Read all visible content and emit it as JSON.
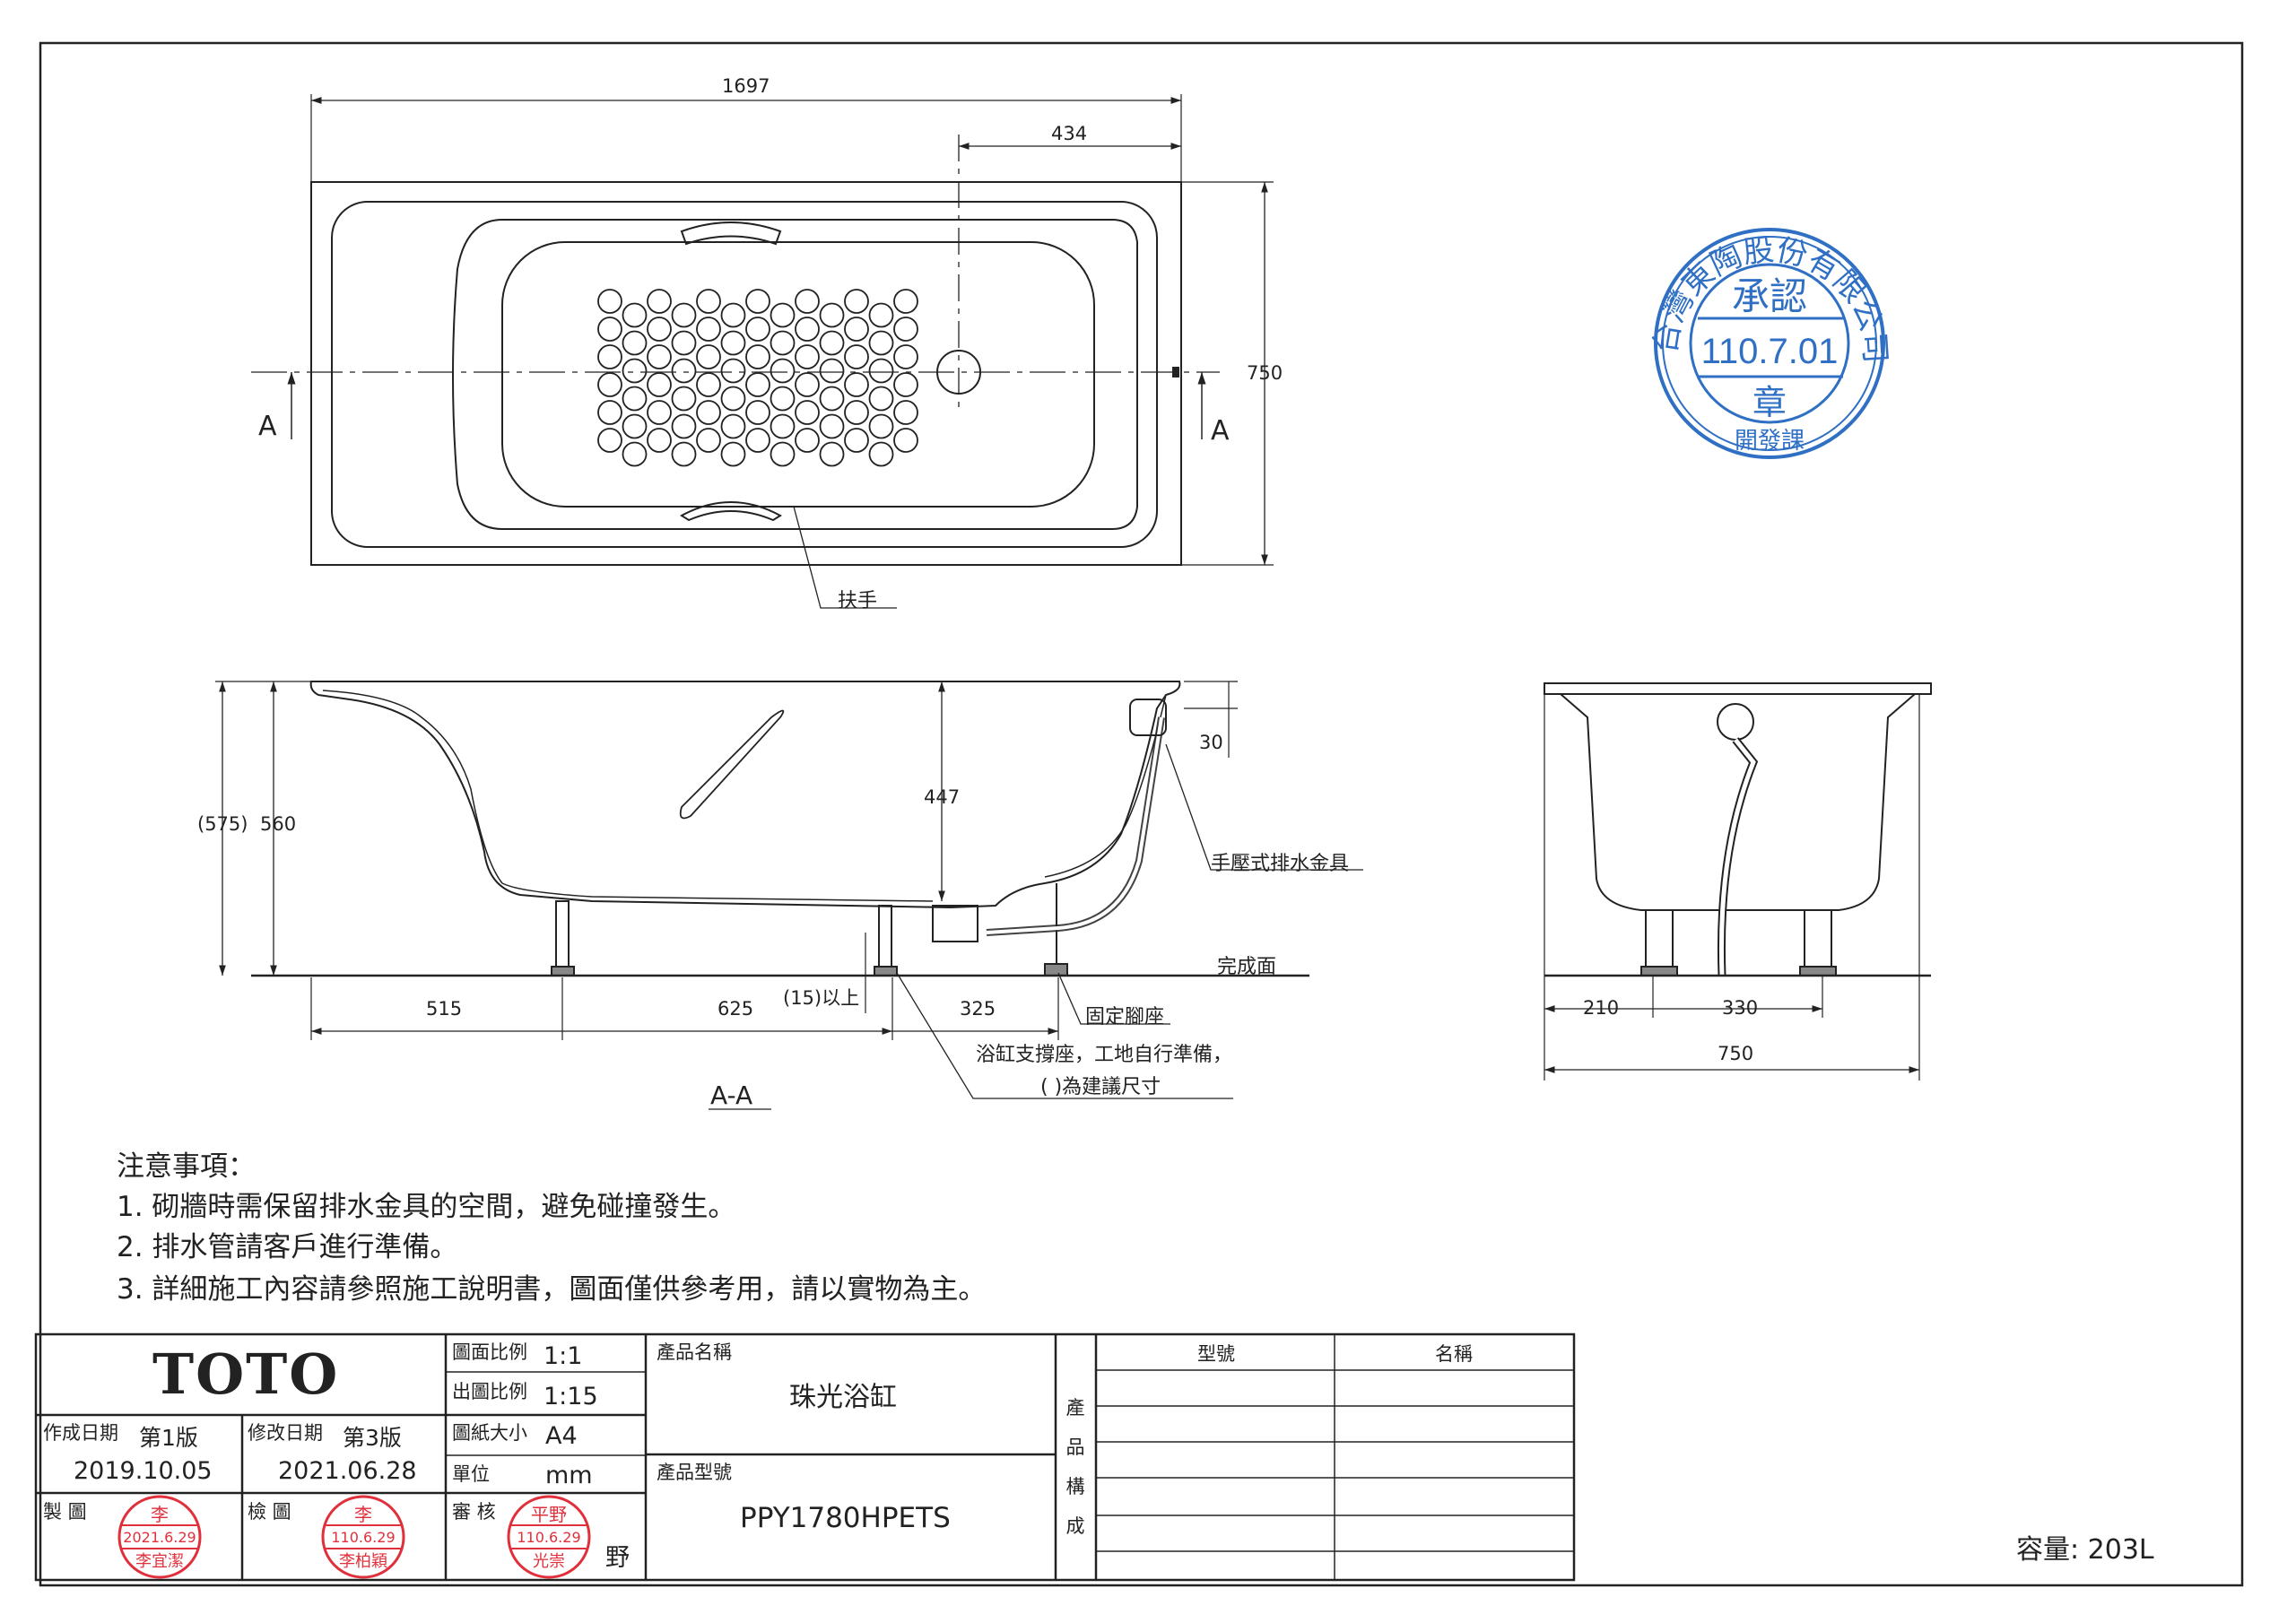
{
  "top_view": {
    "dim_length": "1697",
    "dim_drain_offset": "434",
    "dim_width": "750",
    "section_mark_left": "A",
    "section_mark_right": "A",
    "handle_label": "扶手"
  },
  "section_view": {
    "dim_overall_height": "(575)",
    "dim_height": "560",
    "dim_depth": "447",
    "dim_rim": "30",
    "dim_left": "515",
    "dim_middle": "625",
    "dim_right": "325",
    "dim_clearance": "(15)以上",
    "floor_label": "完成面",
    "drain_label": "手壓式排水金具",
    "foot_label": "固定腳座",
    "support_label_1": "浴缸支撐座，工地自行準備，",
    "support_label_2": "(   )為建議尺寸",
    "section_title": "A-A"
  },
  "end_view": {
    "dim_left": "210",
    "dim_middle": "330",
    "dim_width": "750"
  },
  "notes": {
    "title": "注意事項：",
    "items": [
      "1. 砌牆時需保留排水金具的空間，避免碰撞發生。",
      "2. 排水管請客戶進行準備。",
      "3. 詳細施工內容請參照施工說明書，圖面僅供參考用，請以實物為主。"
    ]
  },
  "approval_stamp": {
    "company": "台灣東陶股份有限公司",
    "title": "承認",
    "date": "110.7.01",
    "seal": "章",
    "dept": "開發課"
  },
  "title_block": {
    "brand": "TOTO",
    "drawing_scale_label": "圖面比例",
    "drawing_scale": "1:1",
    "print_scale_label": "出圖比例",
    "print_scale": "1:15",
    "paper_size_label": "圖紙大小",
    "paper_size": "A4",
    "unit_label": "單位",
    "unit": "mm",
    "created_label": "作成日期",
    "created_version": "第1版",
    "created_date": "2019.10.05",
    "revised_label": "修改日期",
    "revised_version": "第3版",
    "revised_date": "2021.06.28",
    "drafter_label": "製  圖",
    "checker_label": "檢  圖",
    "reviewer_label": "審  核",
    "reviewer_name_suffix": "野",
    "product_name_label": "產品名稱",
    "product_name": "珠光浴缸",
    "product_model_label": "產品型號",
    "product_model": "PPY1780HPETS",
    "composition_label": "產品構成",
    "col_model": "型號",
    "col_name": "名稱",
    "stamps": [
      {
        "top": "李",
        "date": "2021.6.29",
        "name": "李宜潔"
      },
      {
        "top": "李",
        "date": "110.6.29",
        "name": "李柏穎"
      },
      {
        "top": "平野",
        "date": "110.6.29",
        "name": "光崇"
      }
    ]
  },
  "capacity": "容量: 203L",
  "colors": {
    "line": "#222222",
    "stamp_red": "#e0303c",
    "stamp_blue": "#2f6fc4"
  }
}
